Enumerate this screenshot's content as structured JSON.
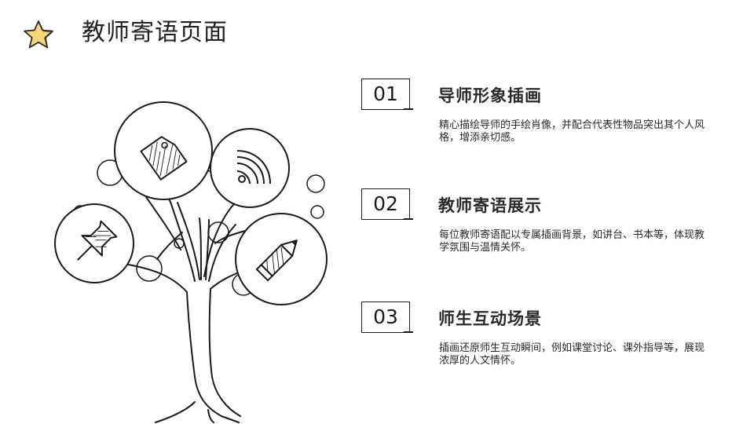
{
  "header": {
    "title": "教师寄语页面",
    "icon": "star-icon",
    "icon_fill": "#f8d778"
  },
  "illustration": {
    "name": "tree-illustration",
    "bubble_icons": [
      "tag-icon",
      "rss-icon",
      "pin-icon",
      "pencil-icon"
    ]
  },
  "features": [
    {
      "number": "01",
      "title": "导师形象插画",
      "description": "精心描绘导师的手绘肖像，并配合代表性物品突出其个人风格，增添亲切感。"
    },
    {
      "number": "02",
      "title": "教师寄语展示",
      "description": "每位教师寄语配以专属插画背景，如讲台、书本等，体现教学氛围与温情关怀。"
    },
    {
      "number": "03",
      "title": "师生互动场景",
      "description": "插画还原师生互动瞬间，例如课堂讨论、课外指导等，展现浓厚的人文情怀。"
    }
  ]
}
